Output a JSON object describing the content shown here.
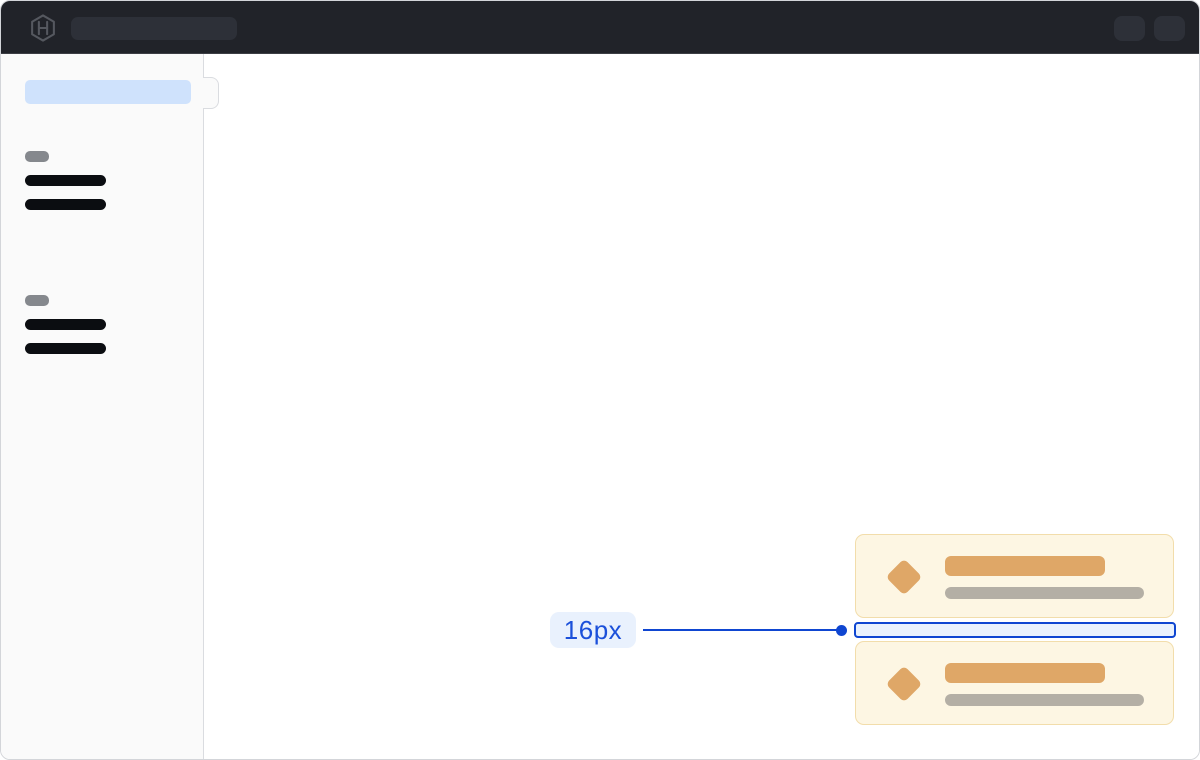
{
  "colors": {
    "window_border": "#d3d5d9",
    "navbar_bg": "#212329",
    "navbar_edge": "#3c3e44",
    "navbar_pill": "#2d3038",
    "logo_gray": "#55585f",
    "sidebar_bg": "#fafafa",
    "sidebar_border": "#dadce0",
    "sidebar_selected": "#cfe2fc",
    "skeleton_gray": "#85888d",
    "skeleton_dark": "#0b0d11",
    "card_bg": "#fdf6e3",
    "card_border": "#f2ddab",
    "diamond_orange": "#dfa767",
    "subtitle_gray": "#b4afa5",
    "accent_blue": "#0f46d1",
    "annotation_fill": "#eaf2fd",
    "annotation_bg": "#e9f1fd",
    "annotation_text": "#1b50da"
  },
  "navbar": {
    "logo_icon": "hashicorp-logo-icon",
    "search_skeleton": true,
    "action_skeleton_count": 2
  },
  "sidebar": {
    "selected_item_skeleton": true,
    "collapse_tab": true,
    "groups": [
      {
        "header_skeleton": true,
        "item_skeleton_count": 2
      },
      {
        "header_skeleton": true,
        "item_skeleton_count": 2
      }
    ]
  },
  "main": {
    "cards": [
      {
        "icon": "diamond-icon",
        "title_skeleton": true,
        "subtitle_skeleton": true
      },
      {
        "icon": "diamond-icon",
        "title_skeleton": true,
        "subtitle_skeleton": true
      }
    ],
    "annotation": {
      "label": "16px"
    }
  }
}
